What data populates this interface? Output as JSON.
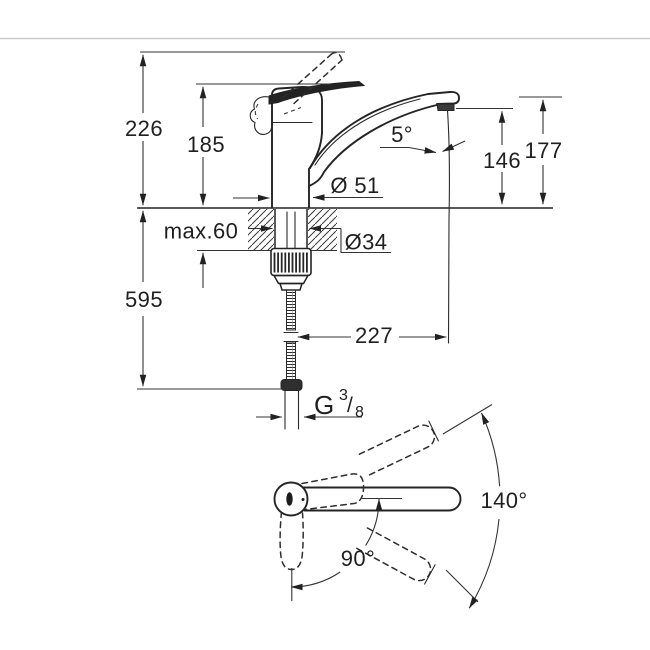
{
  "colors": {
    "background": "#ffffff",
    "object_line": "#242424",
    "dimension_line": "#333333",
    "divider": "#cbcbcb",
    "text": "#1f1f1f"
  },
  "side_view": {
    "labels": {
      "overall_height": "226",
      "lever_height": "185",
      "under_counter_length": "595",
      "mounting_thickness": "max.60",
      "base_diameter": "Ø 51",
      "shank_diameter": "Ø34",
      "spout_angle": "5°",
      "outlet_height": "146",
      "spout_height": "177",
      "hose_reach": "227",
      "thread_prefix": "G",
      "thread_numerator": "3",
      "thread_slash": "/",
      "thread_denominator": "8"
    }
  },
  "top_view": {
    "labels": {
      "spout_swivel": "140°",
      "handle_swing": "90°"
    }
  }
}
